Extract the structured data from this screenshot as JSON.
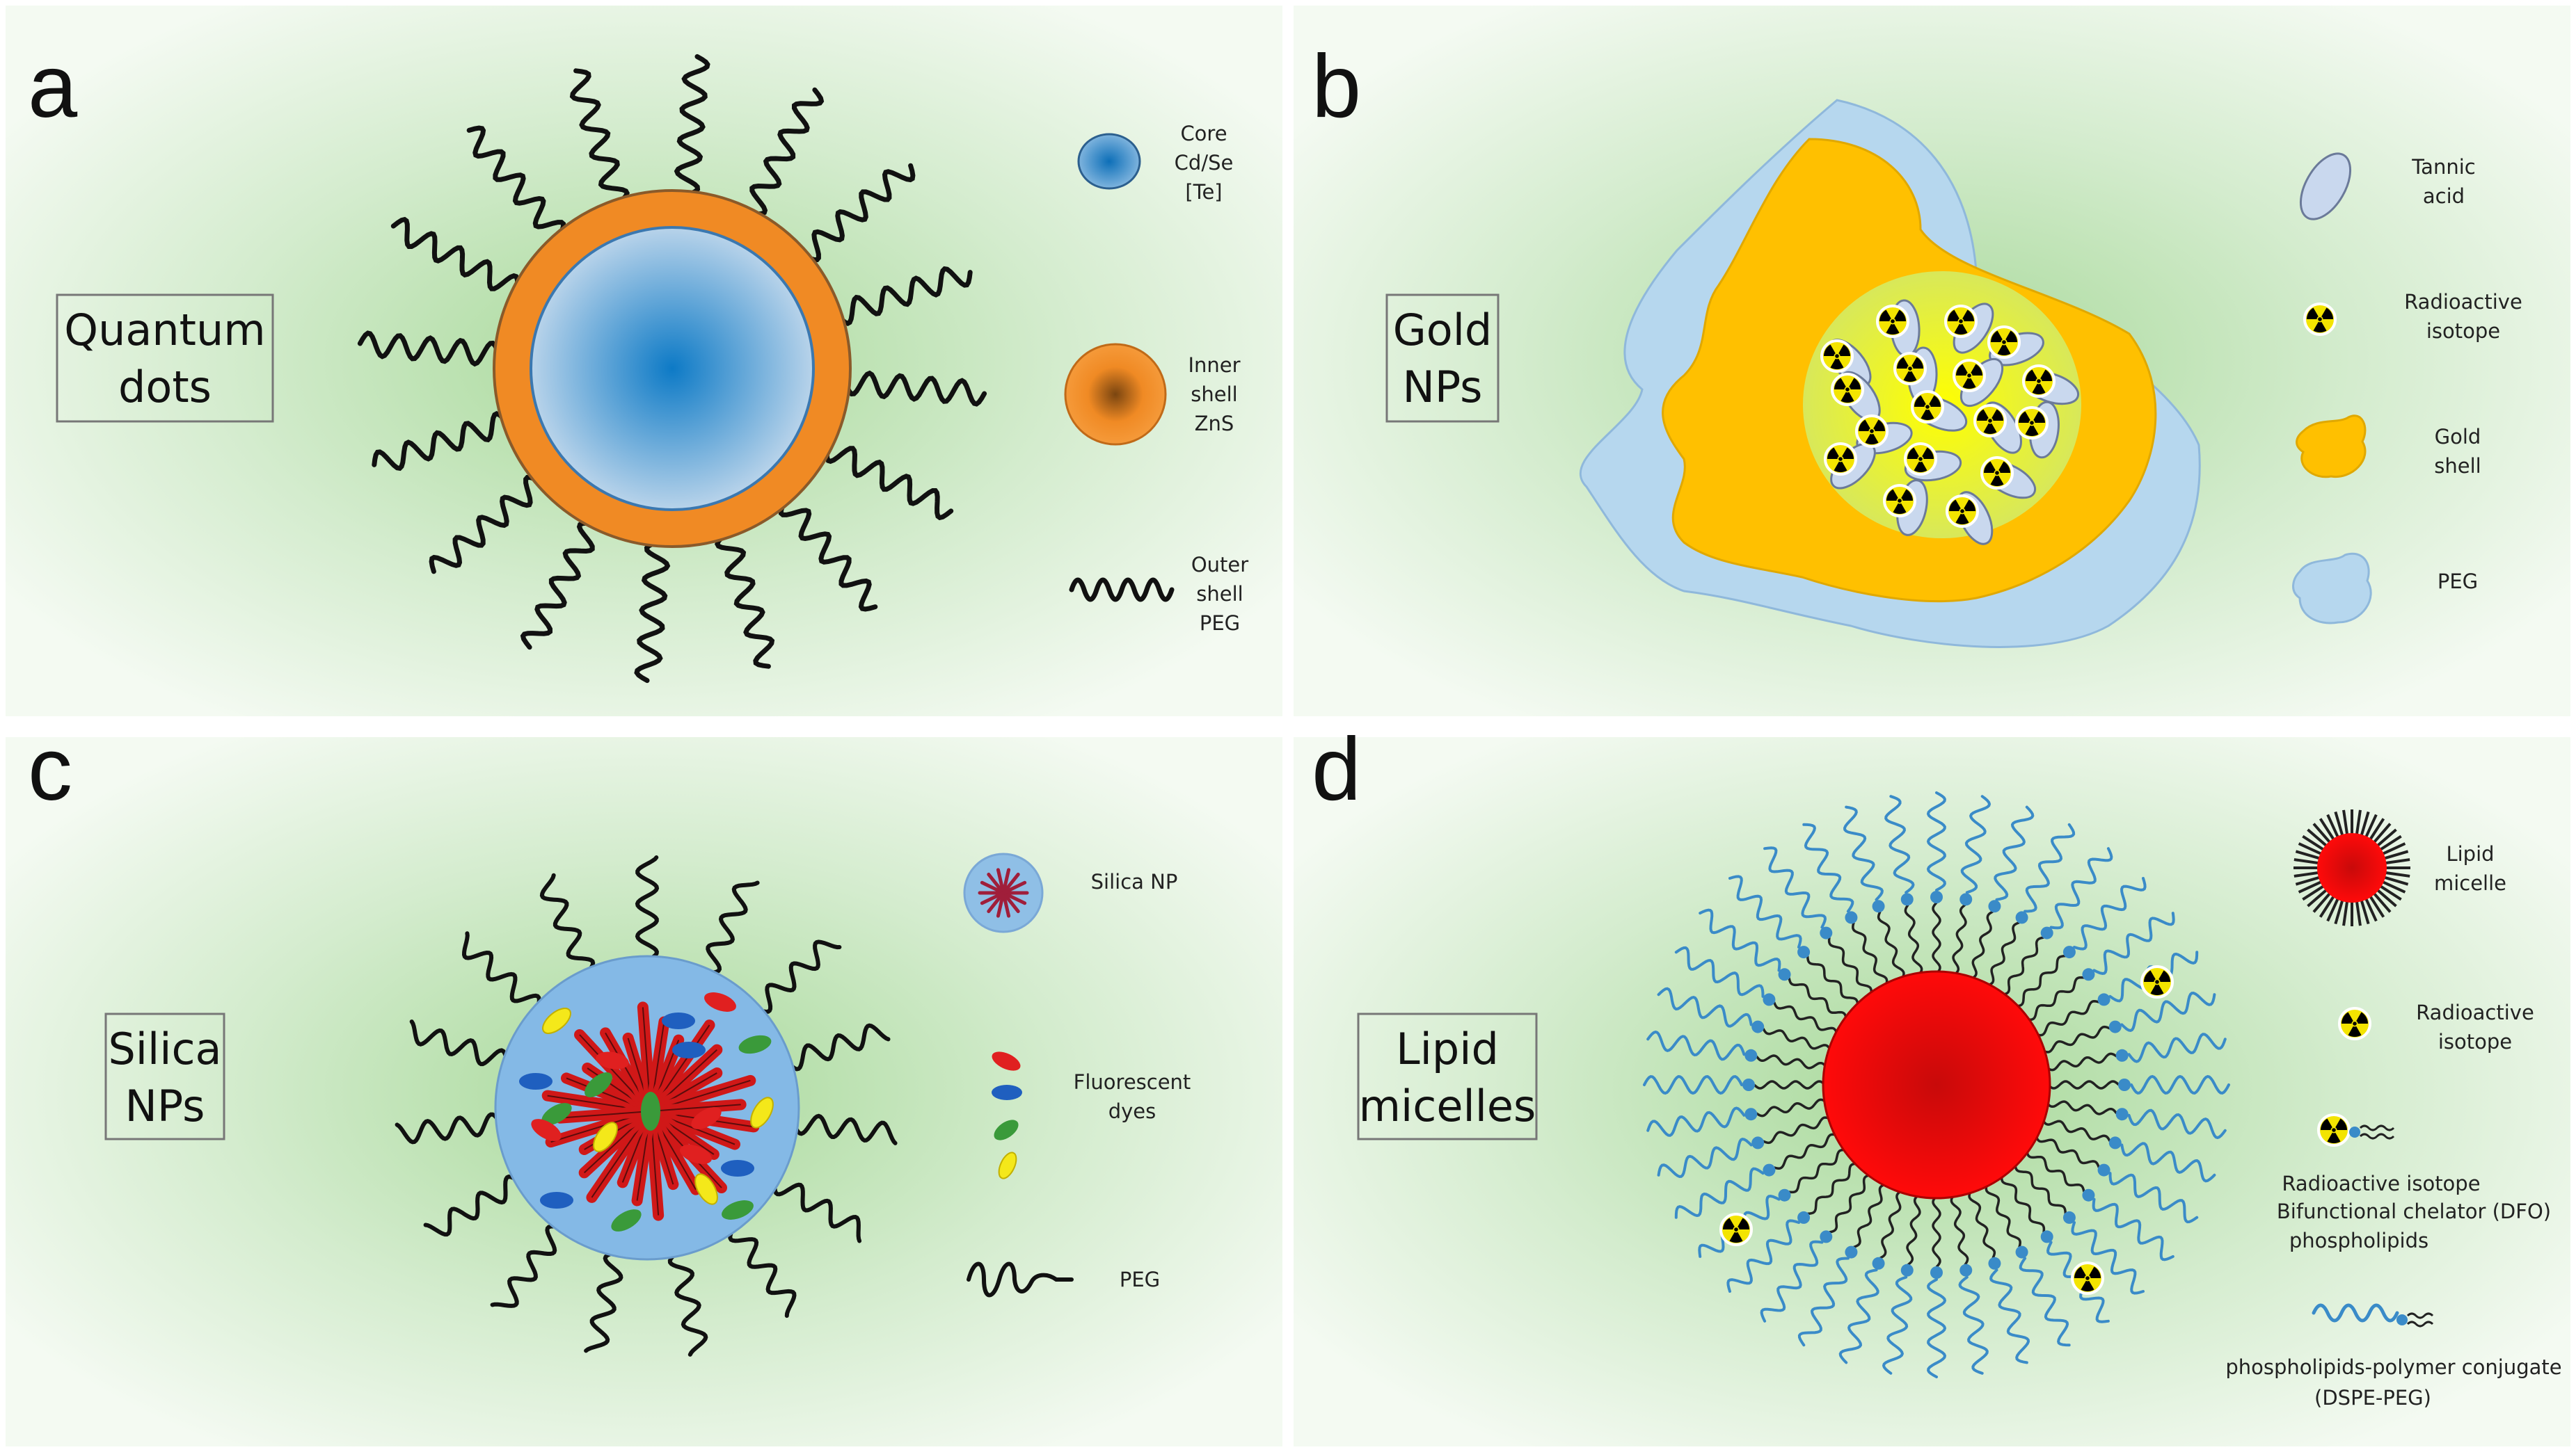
{
  "panels": {
    "a": {
      "letter": "a",
      "title_lines": [
        "Quantum",
        "dots"
      ],
      "legend": [
        {
          "lines": [
            "Core",
            "Cd/Se",
            "[Te]"
          ]
        },
        {
          "lines": [
            "Inner",
            "shell",
            "ZnS"
          ]
        },
        {
          "lines": [
            "Outer",
            "shell",
            "PEG"
          ]
        }
      ]
    },
    "b": {
      "letter": "b",
      "title_lines": [
        "Gold",
        "NPs"
      ],
      "legend": [
        {
          "lines": [
            "Tannic",
            "acid"
          ]
        },
        {
          "lines": [
            "Radioactive",
            "isotope"
          ]
        },
        {
          "lines": [
            "Gold",
            "shell"
          ]
        },
        {
          "lines": [
            "PEG"
          ]
        }
      ]
    },
    "c": {
      "letter": "c",
      "title_lines": [
        "Silica",
        "NPs"
      ],
      "legend": [
        {
          "lines": [
            "Silica NP"
          ]
        },
        {
          "lines": [
            "Fluorescent",
            "dyes"
          ]
        },
        {
          "lines": [
            "PEG"
          ]
        }
      ]
    },
    "d": {
      "letter": "d",
      "title_lines": [
        "Lipid",
        "micelles"
      ],
      "legend": [
        {
          "lines": [
            "Lipid",
            "micelle"
          ]
        },
        {
          "lines": [
            "Radioactive",
            "isotope"
          ]
        },
        {
          "lines": [
            "Radioactive isotope",
            "Bifunctional chelator (DFO)",
            "phospholipids"
          ]
        },
        {
          "lines": [
            "phospholipids-polymer conjugate",
            "(DSPE-PEG)"
          ]
        }
      ]
    }
  },
  "colors": {
    "qd_core": "#1a7cc4",
    "qd_shell": "#f08a24",
    "gold": "#ffc000",
    "peg_blue": "#b6d7ee",
    "silica": "#84b9e6",
    "micelle_red": "#ee0000",
    "dye_red": "#e02020",
    "dye_blue": "#1f5fbf",
    "dye_green": "#3a9a3a",
    "dye_yellow": "#f4e81a",
    "lipid_tail_blue": "#3a8bc8",
    "background_glow": "#b5dfa8"
  }
}
